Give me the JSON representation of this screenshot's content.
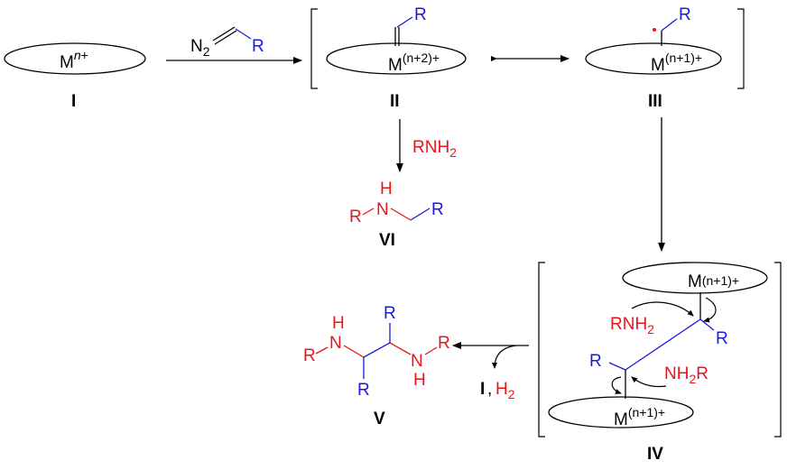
{
  "colors": {
    "black": "#000000",
    "red": "#e8141b",
    "blue": "#1a1adc"
  },
  "labels": {
    "I": "I",
    "II": "II",
    "III": "III",
    "IV": "IV",
    "V": "V",
    "VI": "VI"
  },
  "metal": {
    "symbol": "M",
    "ox_n": "n+",
    "ox_n2": "(n+2)+",
    "ox_n1": "(n+1)+",
    "ox_n1_paren": "(n+1)+"
  },
  "reagents": {
    "diazo_n": "N",
    "diazo_sub": "2",
    "r": "R",
    "amine": "RNH",
    "amine_sub": "2",
    "amine_rev_pre": "NH",
    "amine_rev_sub": "2",
    "amine_rev_post": "R",
    "h": "H",
    "n": "N",
    "cat_label": "I",
    "comma": ",",
    "h2": "H",
    "h2_sub": "2"
  }
}
